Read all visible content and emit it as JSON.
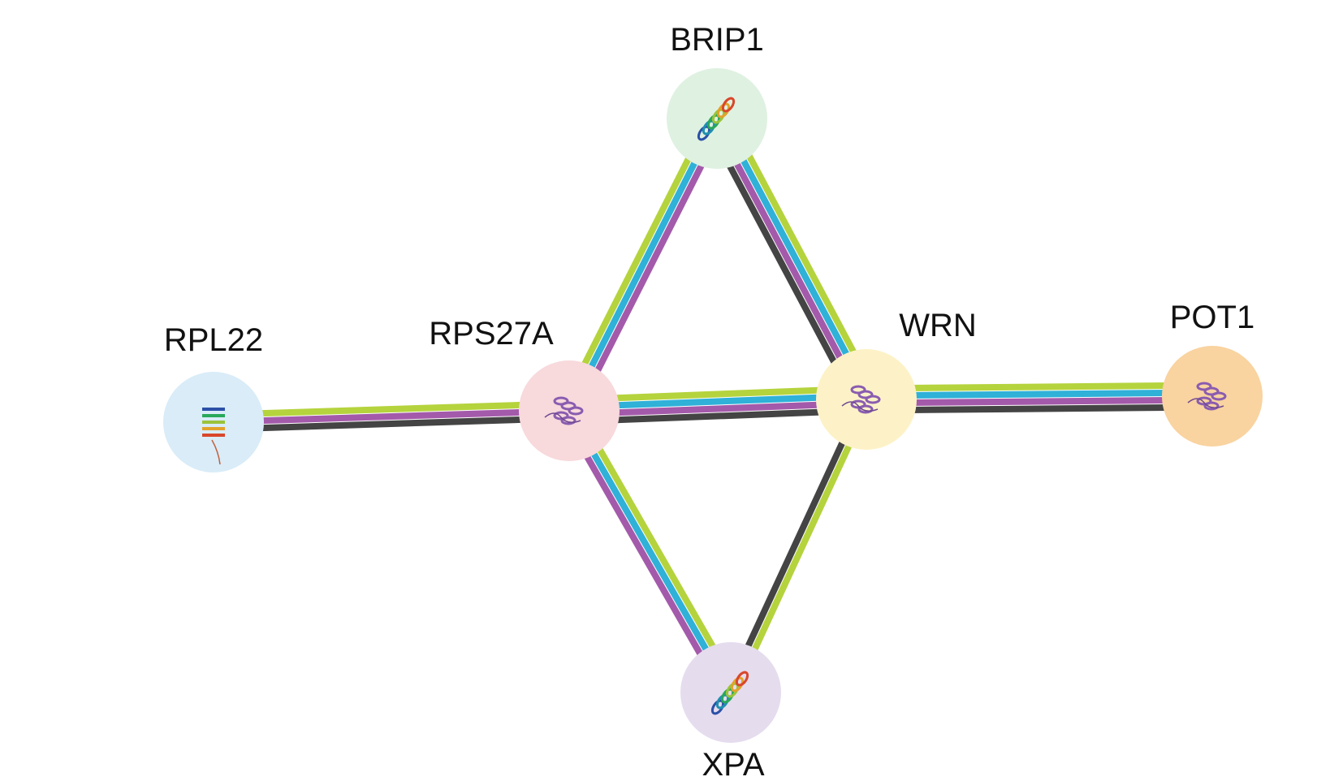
{
  "network": {
    "nodes": [
      {
        "id": "BRIP1",
        "label": "BRIP1",
        "color": "#dff1e1",
        "structure": "rainbow-helix"
      },
      {
        "id": "RPL22",
        "label": "RPL22",
        "color": "#d9ecf8",
        "structure": "rainbow-sheet"
      },
      {
        "id": "RPS27A",
        "label": "RPS27A",
        "color": "#f8d9dc",
        "structure": "purple-fold"
      },
      {
        "id": "WRN",
        "label": "WRN",
        "color": "#fdf2c7",
        "structure": "purple-fold"
      },
      {
        "id": "POT1",
        "label": "POT1",
        "color": "#f9d3a0",
        "structure": "purple-fold"
      },
      {
        "id": "XPA",
        "label": "XPA",
        "color": "#e5dcee",
        "structure": "rainbow-helix"
      }
    ],
    "edges": [
      {
        "source": "RPL22",
        "target": "RPS27A",
        "evidence": [
          "textmining",
          "coexpression",
          "experiments"
        ]
      },
      {
        "source": "RPS27A",
        "target": "BRIP1",
        "evidence": [
          "textmining",
          "database",
          "coexpression"
        ]
      },
      {
        "source": "BRIP1",
        "target": "WRN",
        "evidence": [
          "textmining",
          "database",
          "coexpression",
          "experiments"
        ]
      },
      {
        "source": "RPS27A",
        "target": "WRN",
        "evidence": [
          "textmining",
          "database",
          "coexpression",
          "experiments"
        ]
      },
      {
        "source": "WRN",
        "target": "POT1",
        "evidence": [
          "textmining",
          "database",
          "coexpression",
          "experiments"
        ]
      },
      {
        "source": "RPS27A",
        "target": "XPA",
        "evidence": [
          "textmining",
          "database",
          "coexpression"
        ]
      },
      {
        "source": "WRN",
        "target": "XPA",
        "evidence": [
          "textmining",
          "experiments"
        ]
      }
    ],
    "evidence_colors": {
      "textmining": "#b5d33d",
      "database": "#2fb1d8",
      "coexpression": "#a45aaa",
      "experiments": "#444444"
    }
  }
}
